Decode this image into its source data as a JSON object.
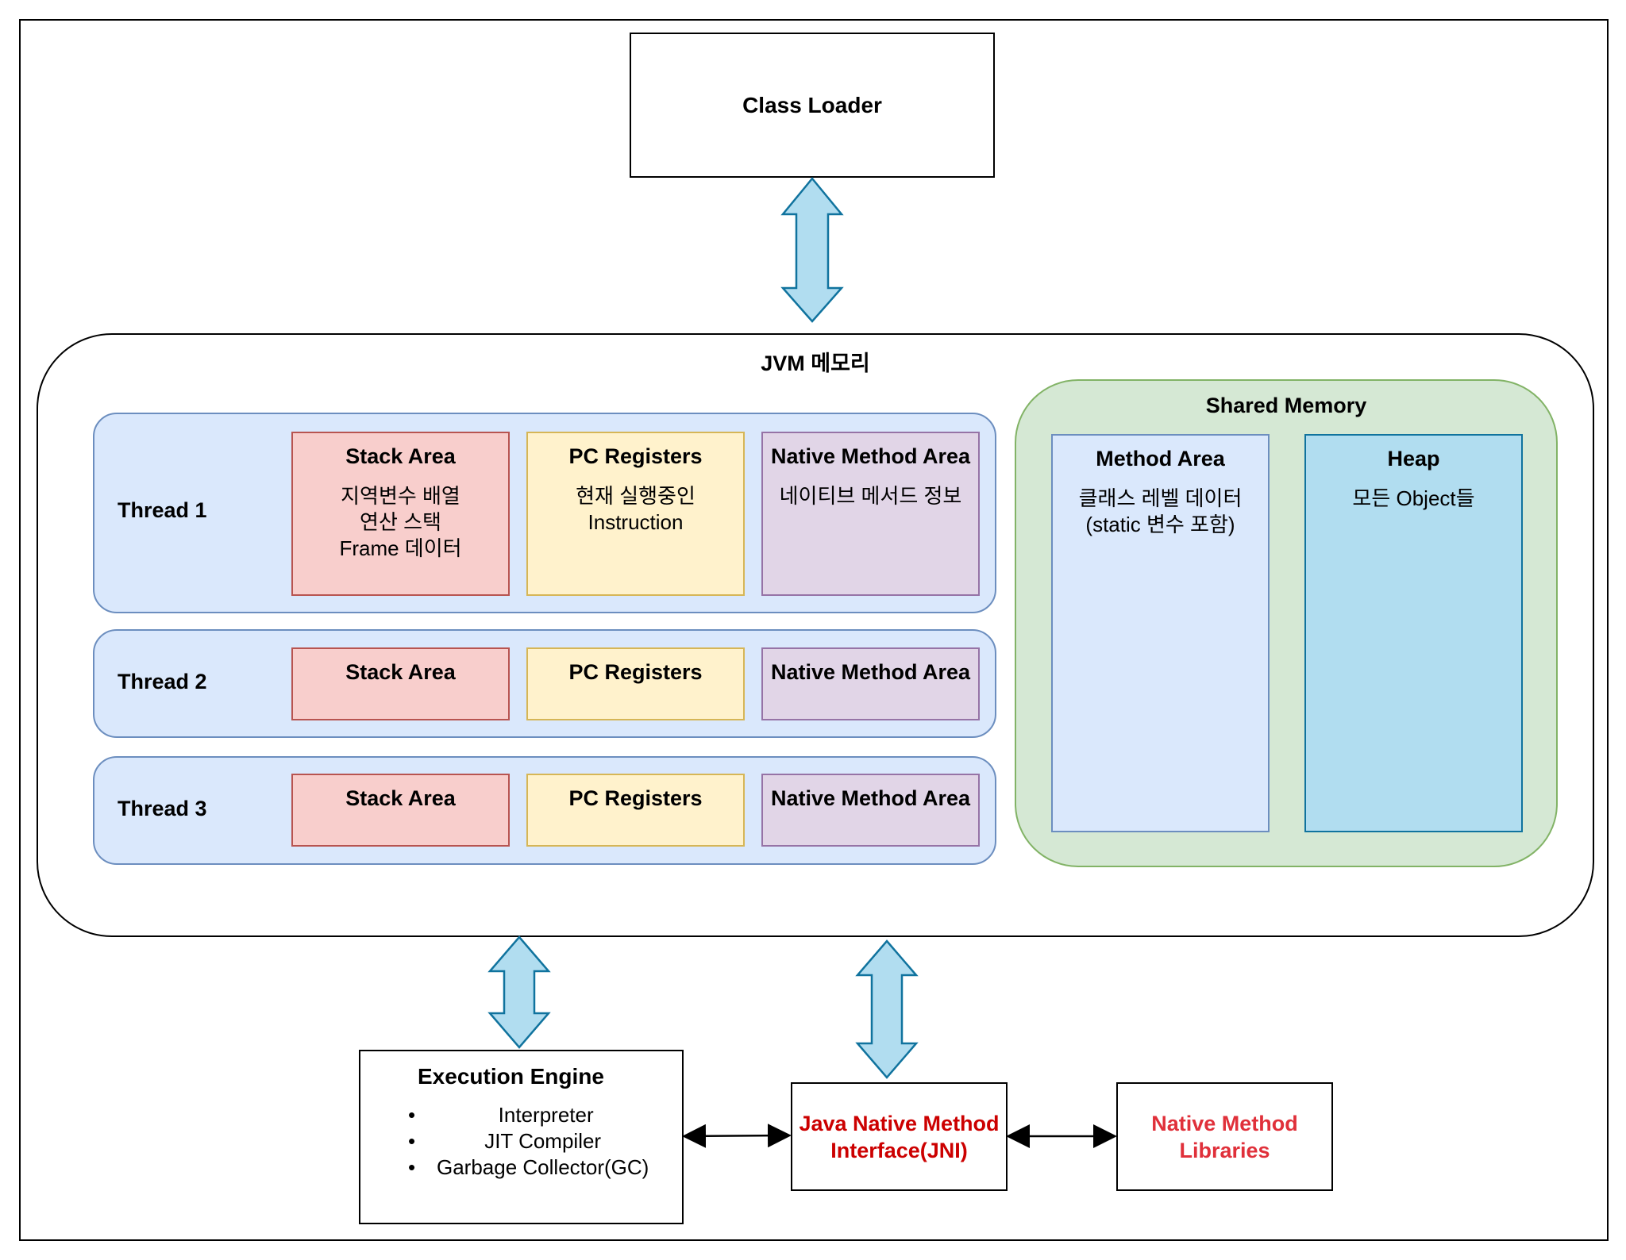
{
  "class_loader": {
    "label": "Class Loader"
  },
  "jvm_memory": {
    "title": "JVM 메모리",
    "threads": [
      {
        "label": "Thread 1",
        "stack": {
          "title": "Stack Area",
          "desc": "지역변수 배열\n연산 스택\nFrame 데이터"
        },
        "pc": {
          "title": "PC Registers",
          "desc": "현재 실행중인\nInstruction"
        },
        "native": {
          "title": "Native Method Area",
          "desc": "네이티브 메서드 정보"
        }
      },
      {
        "label": "Thread 2",
        "stack": {
          "title": "Stack Area"
        },
        "pc": {
          "title": "PC Registers"
        },
        "native": {
          "title": "Native Method Area"
        }
      },
      {
        "label": "Thread 3",
        "stack": {
          "title": "Stack Area"
        },
        "pc": {
          "title": "PC Registers"
        },
        "native": {
          "title": "Native Method Area"
        }
      }
    ],
    "shared_memory": {
      "title": "Shared Memory",
      "method_area": {
        "title": "Method Area",
        "desc": "클래스 레벨 데이터\n(static 변수 포함)"
      },
      "heap": {
        "title": "Heap",
        "desc": "모든 Object들"
      }
    }
  },
  "execution_engine": {
    "title": "Execution Engine",
    "items": [
      "Interpreter",
      "JIT Compiler",
      "Garbage Collector(GC)"
    ]
  },
  "jni": {
    "label": "Java Native Method\nInterface(JNI)"
  },
  "native_libraries": {
    "label": "Native Method\nLibraries"
  },
  "colors": {
    "thread_fill": "#dae8fc",
    "stack_fill": "#f8cecc",
    "pc_fill": "#fff2cc",
    "native_fill": "#e1d5e7",
    "shared_fill": "#d5e8d4",
    "heap_fill": "#b1ddf0",
    "arrow_fill": "#b1ddf0",
    "arrow_stroke": "#10739e",
    "red_text": "#cc0000"
  }
}
